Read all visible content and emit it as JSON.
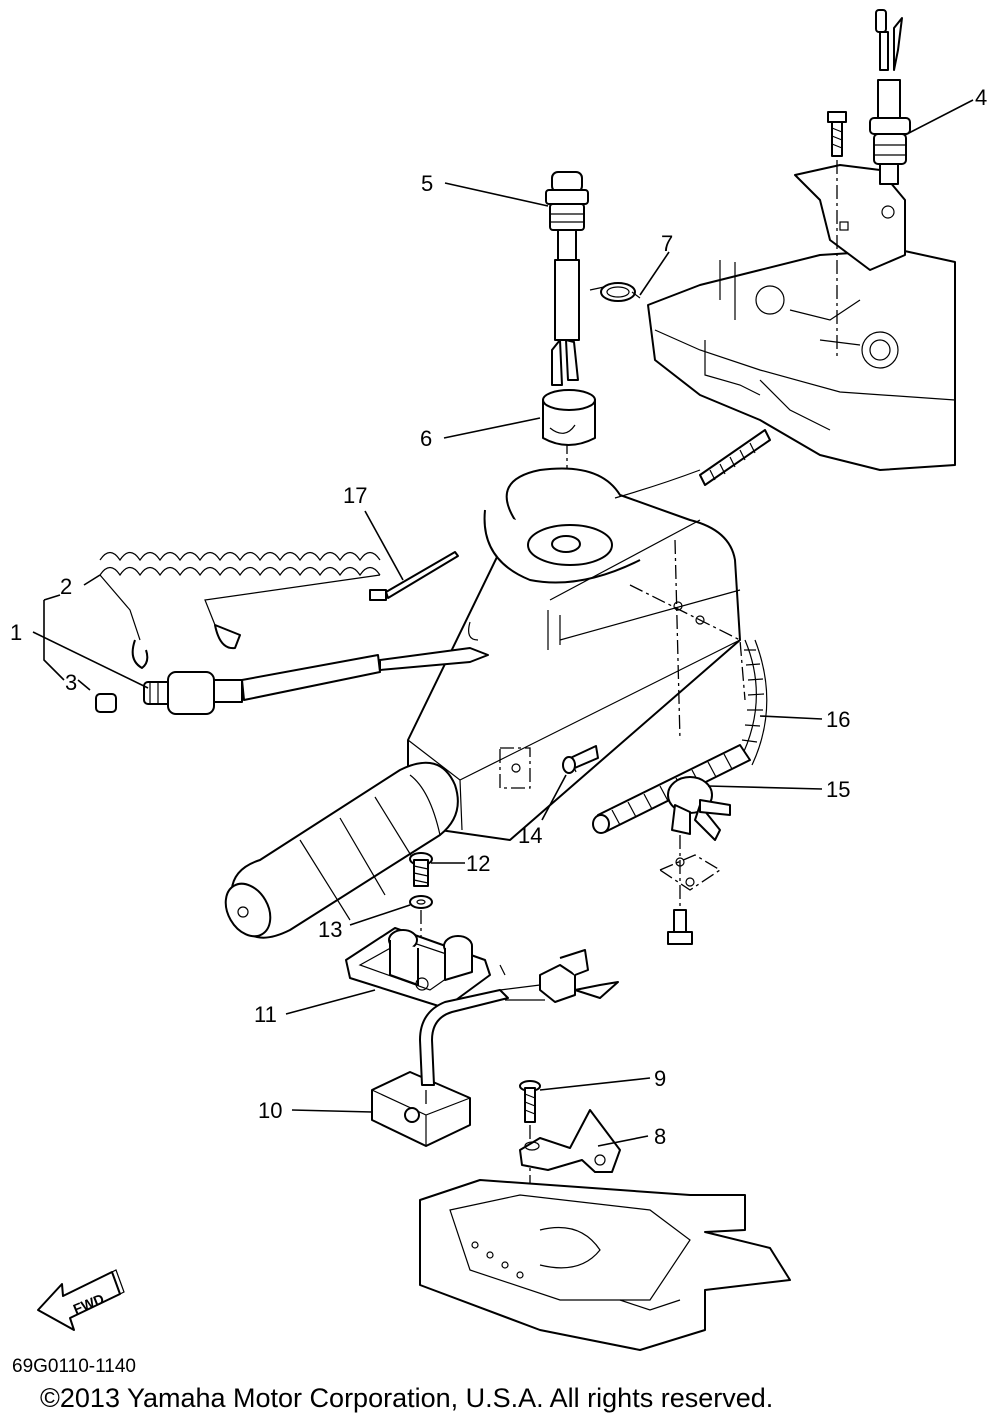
{
  "diagram": {
    "callouts": [
      "1",
      "2",
      "3",
      "4",
      "5",
      "6",
      "7",
      "8",
      "9",
      "10",
      "11",
      "12",
      "13",
      "14",
      "15",
      "16",
      "17"
    ],
    "direction_tag": "FWD",
    "drawing_code": "69G0110-1140",
    "copyright": "©2013 Yamaha Motor Corporation, U.S.A. All rights reserved."
  }
}
